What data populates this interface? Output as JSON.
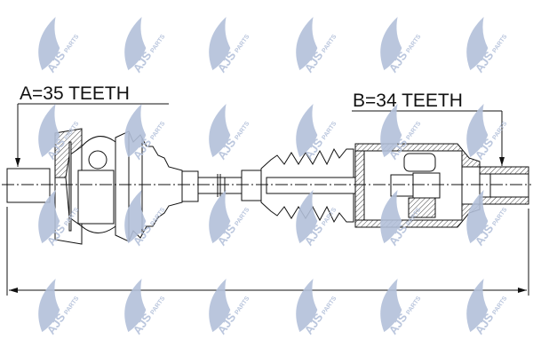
{
  "labels": {
    "a": "A=35 TEETH",
    "b": "B=34 TEETH"
  },
  "watermark": {
    "brand": "AJS",
    "sub": "PARTS",
    "color": "#b3c0da"
  }
}
